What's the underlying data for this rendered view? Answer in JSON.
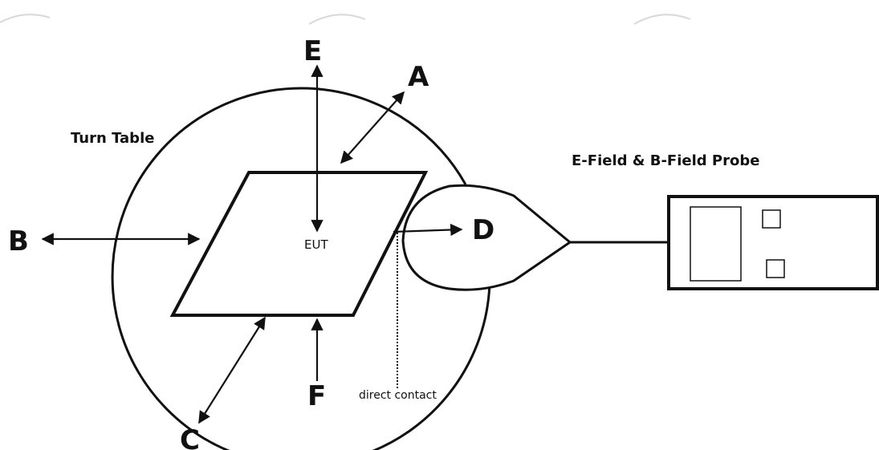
{
  "labels": {
    "turn_table": "Turn Table",
    "probe": "E-Field & B-Field Probe",
    "eut": "EUT",
    "direct_contact": "direct contact",
    "a": "A",
    "b": "B",
    "c": "C",
    "d": "D",
    "e": "E",
    "f": "F"
  },
  "colors": {
    "stroke": "#111111",
    "watermark": "#d8d8d8"
  }
}
